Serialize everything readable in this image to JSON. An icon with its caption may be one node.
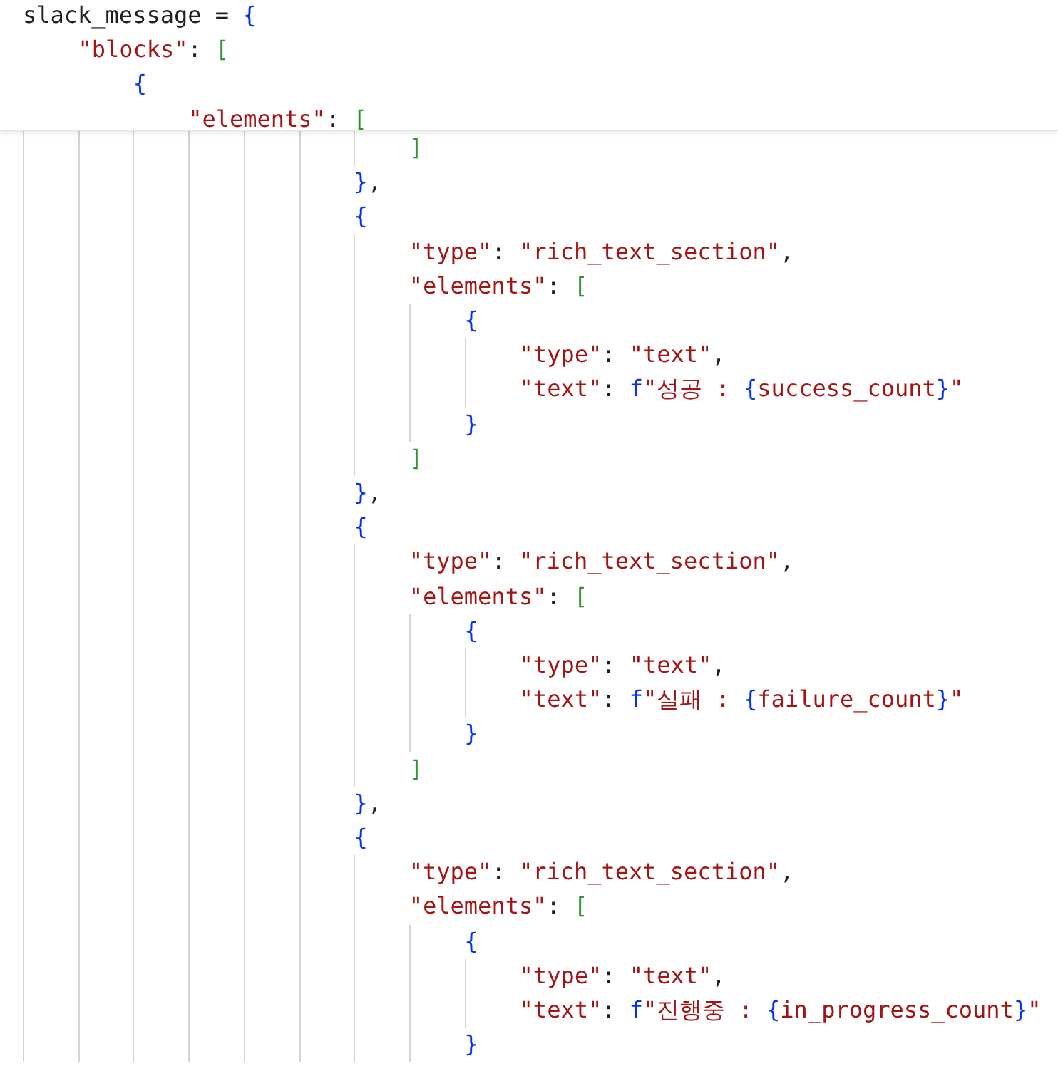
{
  "diagram": {
    "labels": [
      "slack_message = {",
      "\"blocks\": [",
      "{",
      "\"elements\": [",
      "]",
      "},",
      "{",
      "\"type\": \"rich_text_section\",",
      "\"elements\": [",
      "{",
      "\"type\": \"text\",",
      "\"text\": f\"성공 : {success_count}\"",
      "}",
      "]",
      "},",
      "{",
      "\"type\": \"rich_text_section\",",
      "\"elements\": [",
      "{",
      "\"type\": \"text\",",
      "\"text\": f\"실패 : {failure_count}\"",
      "}",
      "]",
      "},",
      "{",
      "\"type\": \"rich_text_section\",",
      "\"elements\": [",
      "{",
      "\"type\": \"text\",",
      "\"text\": f\"진행중 : {in_progress_count}\"",
      "}"
    ]
  }
}
